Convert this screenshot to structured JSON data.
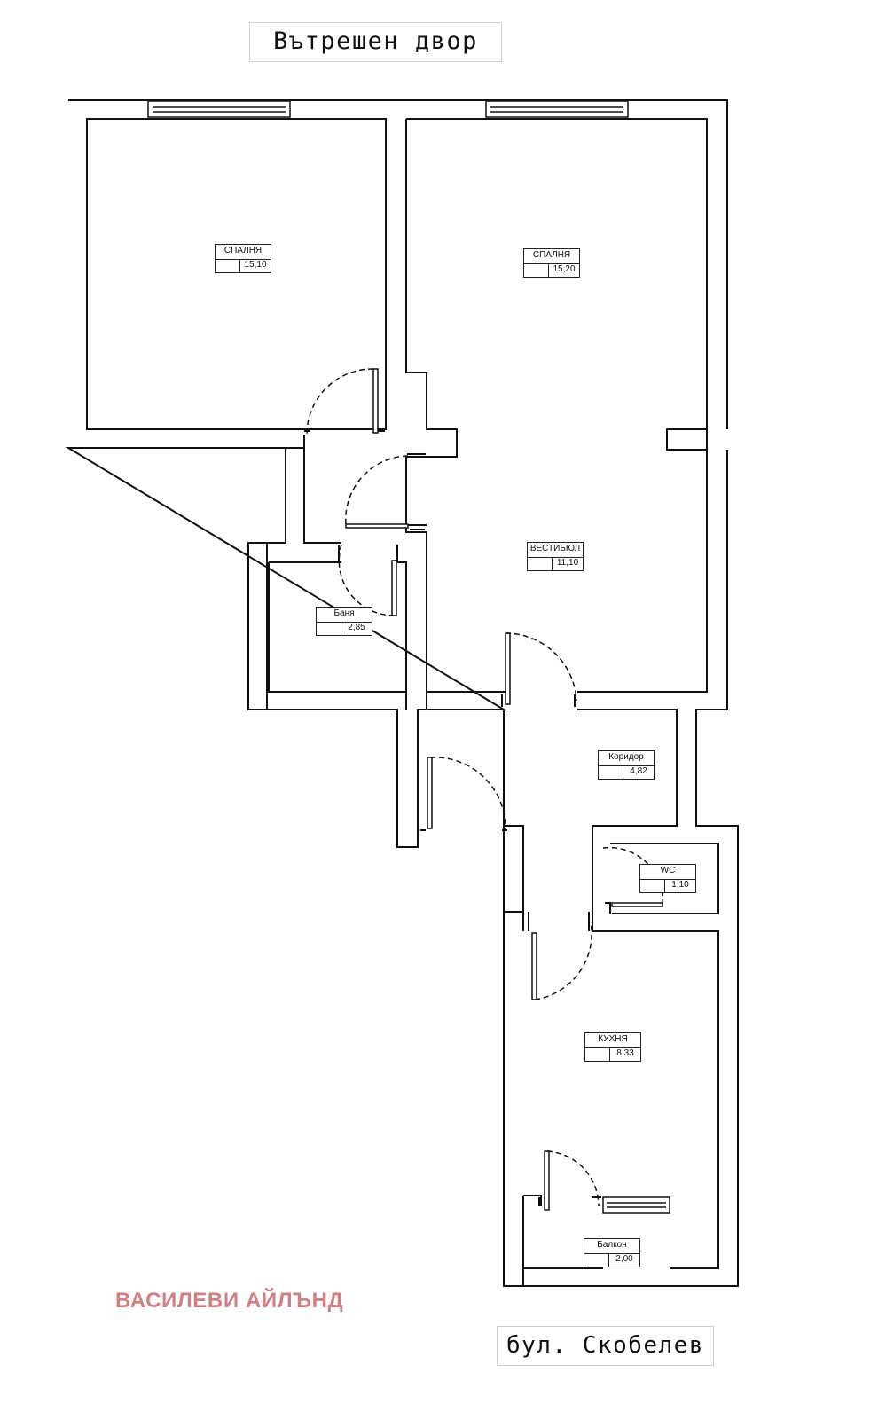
{
  "labels": {
    "top_street": "Вътрешен двор",
    "bottom_street": "бул.  Скобелев",
    "brand": "ВАСИЛЕВИ АЙЛЪНД"
  },
  "rooms": [
    {
      "name": "СПАЛНЯ",
      "area": "15,10"
    },
    {
      "name": "СПАЛНЯ",
      "area": "15,20"
    },
    {
      "name": "ВЕСТИБЮЛ",
      "area": "11,10"
    },
    {
      "name": "Баня",
      "area": "2,85"
    },
    {
      "name": "Коридор",
      "area": "4,82"
    },
    {
      "name": "WC",
      "area": "1,10"
    },
    {
      "name": "КУХНЯ",
      "area": "8,33"
    },
    {
      "name": "Балкон",
      "area": "2,00"
    }
  ],
  "colors": {
    "wall": "#111111",
    "brand": "#d27f82",
    "label_border": "#cfcfcf"
  }
}
